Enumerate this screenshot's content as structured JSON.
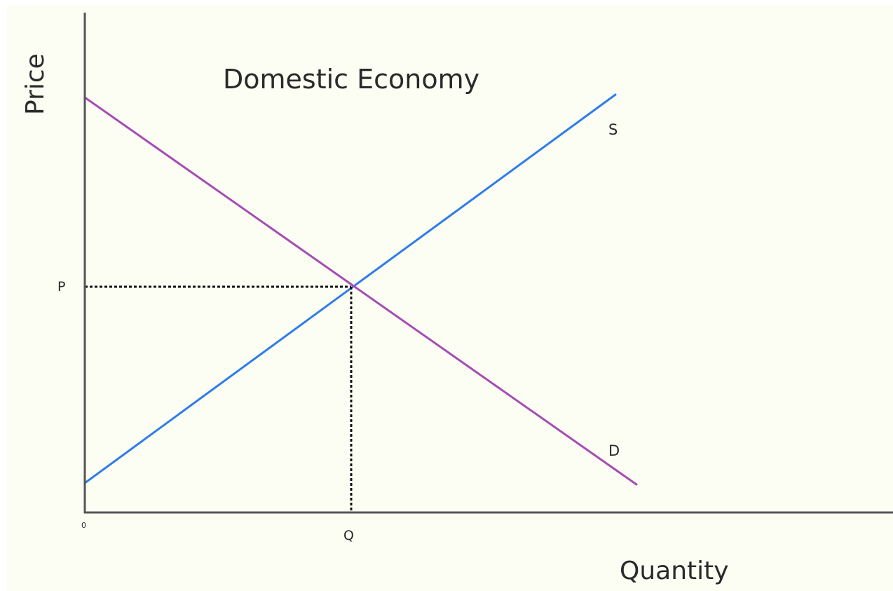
{
  "chart_data": {
    "type": "line",
    "title": "Domestic Economy",
    "xlabel": "Quantity",
    "ylabel": "Price",
    "origin_label": "0",
    "grid": false,
    "legend": "none",
    "equilibrium": {
      "x_label": "Q",
      "y_label": "P",
      "x": 380,
      "y": 322
    },
    "series": [
      {
        "name": "S",
        "color": "#2f7de8",
        "x": [
          0,
          757
        ],
        "y": [
          42,
          596
        ]
      },
      {
        "name": "D",
        "color": "#a64cb4",
        "x": [
          0,
          787
        ],
        "y": [
          592,
          40
        ]
      }
    ]
  }
}
